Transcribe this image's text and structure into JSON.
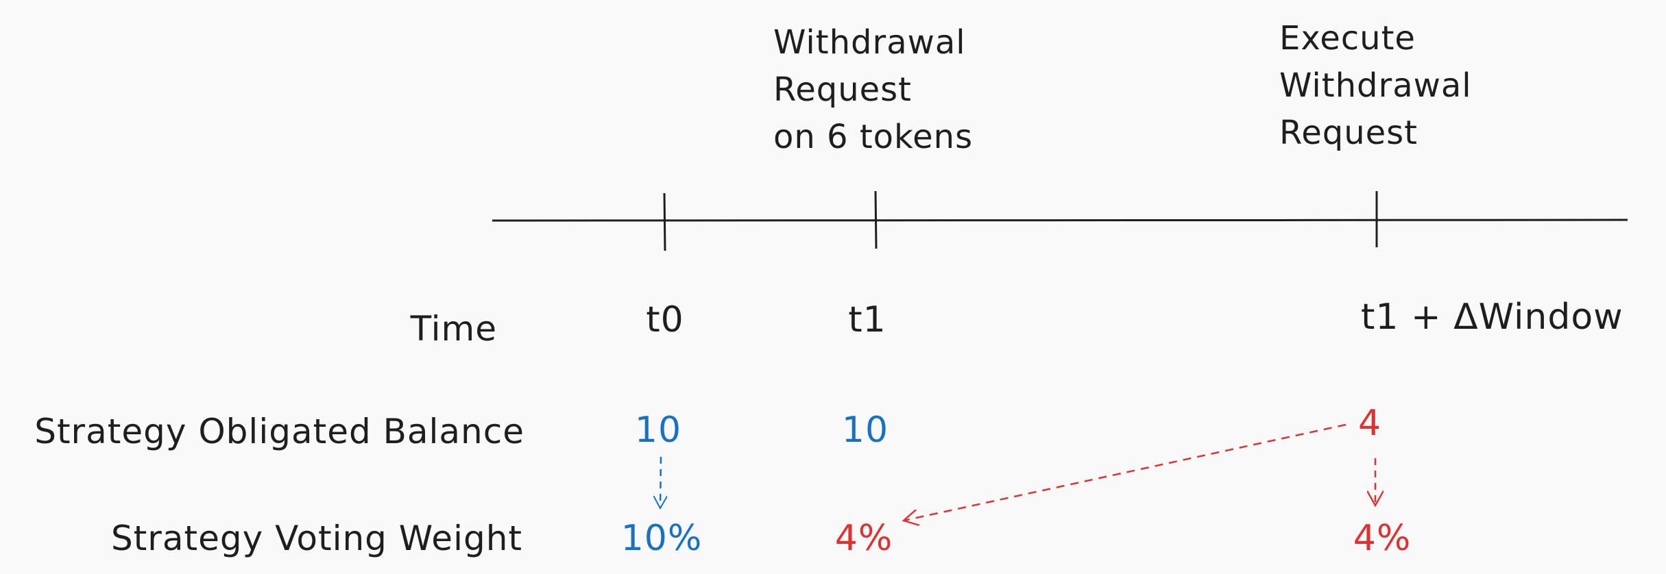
{
  "events": {
    "request": "Withdrawal\nRequest\non 6 tokens",
    "execute": "Execute\nWithdrawal\nRequest"
  },
  "rows": {
    "time": "Time",
    "balance": "Strategy Obligated Balance",
    "weight": "Strategy Voting Weight"
  },
  "ticks": [
    "t0",
    "t1",
    "t1 + ΔWindow"
  ],
  "balance_values": [
    "10",
    "10",
    "4"
  ],
  "weight_values": [
    "10%",
    "4%",
    "4%"
  ],
  "colors": {
    "ink": "#1e1e1e",
    "blue": "#1971c2",
    "red": "#e03131",
    "background": "#f9f9f9"
  }
}
